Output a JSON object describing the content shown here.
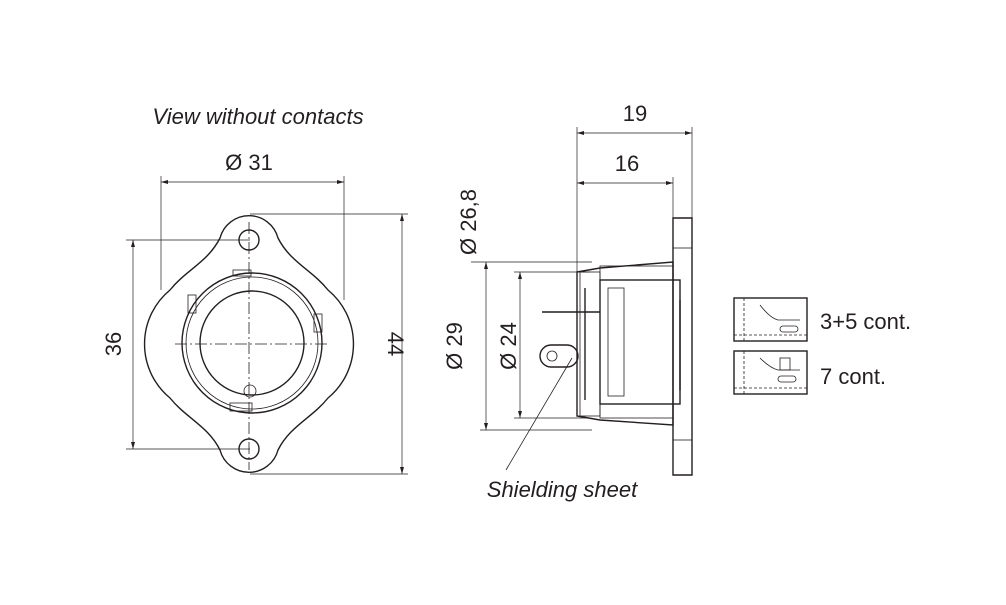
{
  "front_view": {
    "caption": "View without contacts",
    "dim_width": "Ø 31",
    "dim_height_inner": "36",
    "dim_height_outer": "44"
  },
  "side_view": {
    "dim_length_overall": "19",
    "dim_length_body": "16",
    "dim_diam_flange": "Ø 26,8",
    "dim_diam_body": "Ø 29",
    "dim_diam_inner": "Ø 24",
    "note": "Shielding sheet"
  },
  "variants": [
    {
      "label": "3+5 cont."
    },
    {
      "label": "7 cont."
    }
  ]
}
